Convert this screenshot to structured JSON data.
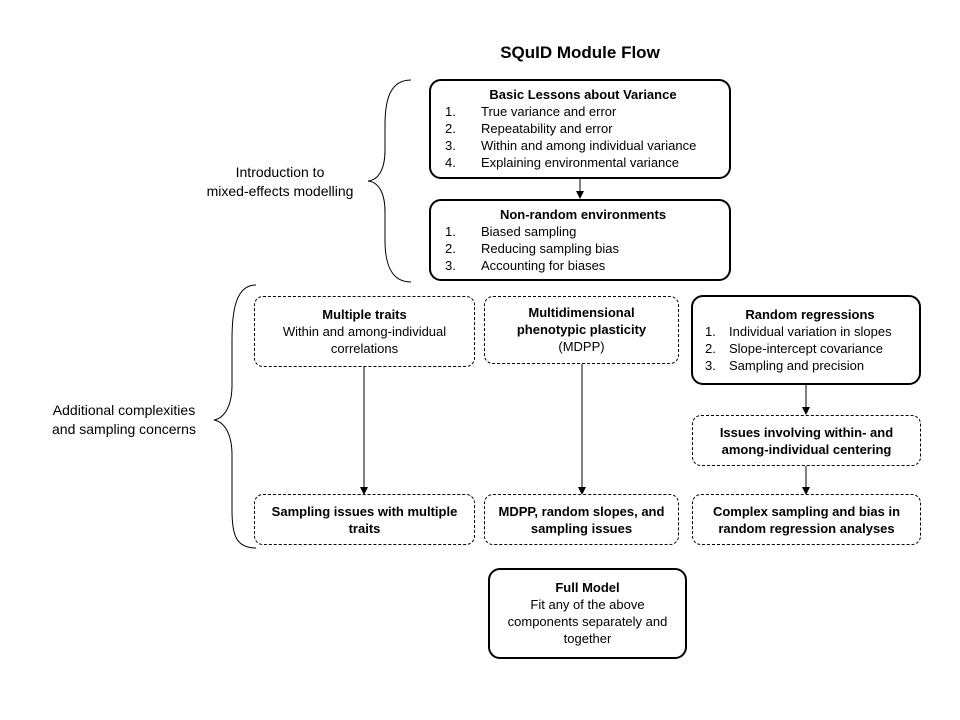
{
  "title": "SQuID Module Flow",
  "sections": {
    "intro_label": [
      "Introduction to",
      "mixed-effects modelling"
    ],
    "complex_label": [
      "Additional complexities",
      "and sampling concerns"
    ]
  },
  "boxes": {
    "basic": {
      "title": "Basic Lessons about Variance",
      "items": [
        {
          "num": "1.",
          "text": "True variance and error"
        },
        {
          "num": "2.",
          "text": "Repeatability and error"
        },
        {
          "num": "3.",
          "text": "Within and among individual variance"
        },
        {
          "num": "4.",
          "text": "Explaining environmental variance"
        }
      ]
    },
    "nonrandom": {
      "title": "Non-random environments",
      "items": [
        {
          "num": "1.",
          "text": "Biased sampling"
        },
        {
          "num": "2.",
          "text": "Reducing sampling bias"
        },
        {
          "num": "3.",
          "text": "Accounting for biases"
        }
      ]
    },
    "multiple_traits": {
      "title": "Multiple traits",
      "body": [
        "Within and among-individual",
        "correlations"
      ]
    },
    "mdpp": {
      "title": [
        "Multidimensional",
        "phenotypic plasticity"
      ],
      "body": "(MDPP)"
    },
    "random_regressions": {
      "title": "Random regressions",
      "items": [
        {
          "num": "1.",
          "text": "Individual variation in slopes"
        },
        {
          "num": "2.",
          "text": "Slope-intercept covariance"
        },
        {
          "num": "3.",
          "text": "Sampling and precision"
        }
      ]
    },
    "centering": {
      "title": [
        "Issues involving within- and",
        "among-individual centering"
      ]
    },
    "sampling_multiple": {
      "title": [
        "Sampling issues with multiple",
        "traits"
      ]
    },
    "mdpp_slopes": {
      "title": [
        "MDPP, random slopes, and",
        "sampling issues"
      ]
    },
    "complex_sampling": {
      "title": [
        "Complex sampling and bias in",
        "random regression analyses"
      ]
    },
    "full_model": {
      "title": "Full Model",
      "body": [
        "Fit any of the above",
        "components separately and",
        "together"
      ]
    }
  }
}
